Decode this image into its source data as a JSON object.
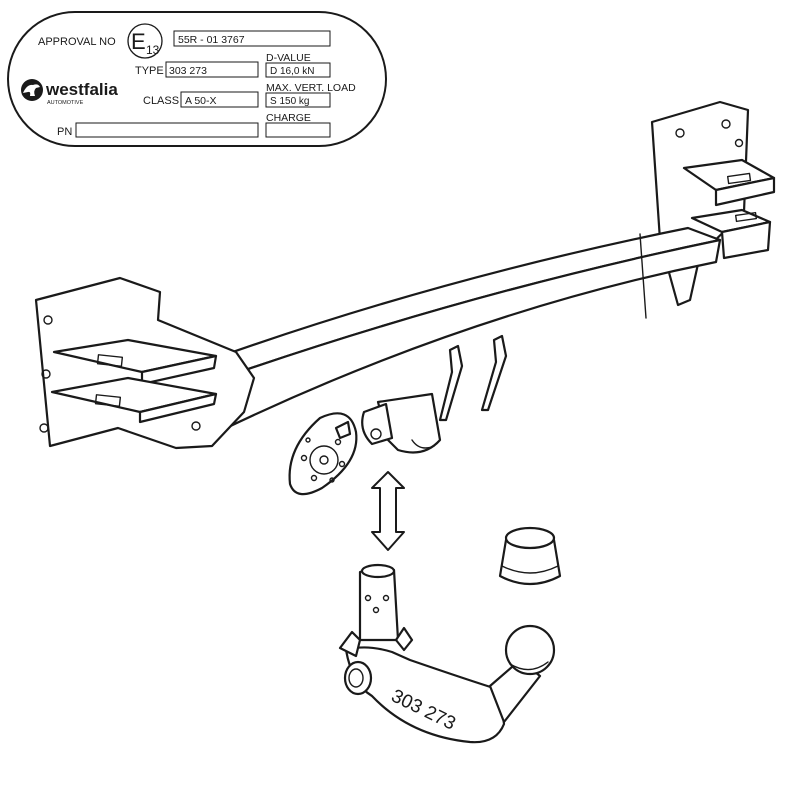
{
  "plate": {
    "approval_label": "APPROVAL NO",
    "e_mark": "E",
    "e_mark_number": "13",
    "approval_value": "55R - 01 3767",
    "brand_name": "westfalia",
    "brand_sub": "AUTOMOTIVE",
    "type_label": "TYPE",
    "type_value": "303 273",
    "class_label": "CLASS",
    "class_value": "A 50-X",
    "pn_label": "PN",
    "pn_value": "",
    "d_value_label": "D-VALUE",
    "d_value": "D   16,0 kN",
    "max_load_label": "MAX. VERT. LOAD",
    "max_load_value": "S   150 kg",
    "charge_label": "CHARGE",
    "charge_value": ""
  },
  "towball": {
    "engraving": "303 273"
  },
  "colors": {
    "line": "#1a1a1a",
    "fill": "#ffffff"
  },
  "icons": [
    "westfalia-logo-icon",
    "double-arrow-icon"
  ]
}
